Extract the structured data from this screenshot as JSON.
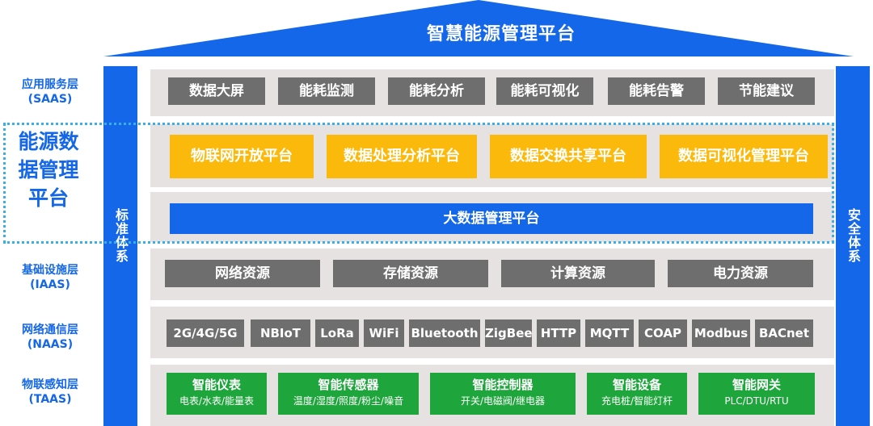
{
  "title": "智慧能源管理平台",
  "left_pillar": "标准体系",
  "right_pillar": "安全体系",
  "overlay_label": "能源数据管理平台",
  "layers": {
    "saas": {
      "name": "应用服务层",
      "code": "(SAAS)",
      "items": [
        "数据大屏",
        "能耗监测",
        "能耗分析",
        "能耗可视化",
        "能耗告警",
        "节能建议"
      ]
    },
    "platforms": [
      "物联网开放平台",
      "数据处理分析平台",
      "数据交换共享平台",
      "数据可视化管理平台"
    ],
    "bigdata": "大数据管理平台",
    "iaas": {
      "name": "基础设施层",
      "code": "(IAAS)",
      "items": [
        "网络资源",
        "存储资源",
        "计算资源",
        "电力资源"
      ]
    },
    "naas": {
      "name": "网络通信层",
      "code": "(NAAS)",
      "items": [
        "2G/4G/5G",
        "NBIoT",
        "LoRa",
        "WiFi",
        "Bluetooth",
        "ZigBee",
        "HTTP",
        "MQTT",
        "COAP",
        "Modbus",
        "BACnet"
      ]
    },
    "taas": {
      "name": "物联感知层",
      "code": "(TAAS)",
      "items": [
        {
          "title": "智能仪表",
          "sub": "电表/水表/能量表"
        },
        {
          "title": "智能传感器",
          "sub": "温度/湿度/照度/粉尘/噪音"
        },
        {
          "title": "智能控制器",
          "sub": "开关/电磁阀/继电器"
        },
        {
          "title": "智能设备",
          "sub": "充电桩/智能灯杆"
        },
        {
          "title": "智能网关",
          "sub": "PLC/DTU/RTU"
        }
      ]
    }
  },
  "colors": {
    "primary_blue": "#1467e8",
    "band_gray": "#e5e2e1",
    "box_gray": "#6e6e6e",
    "platform_yellow": "#fbb90c",
    "device_green": "#1ea53c",
    "dotted_border": "#3aaee6"
  }
}
